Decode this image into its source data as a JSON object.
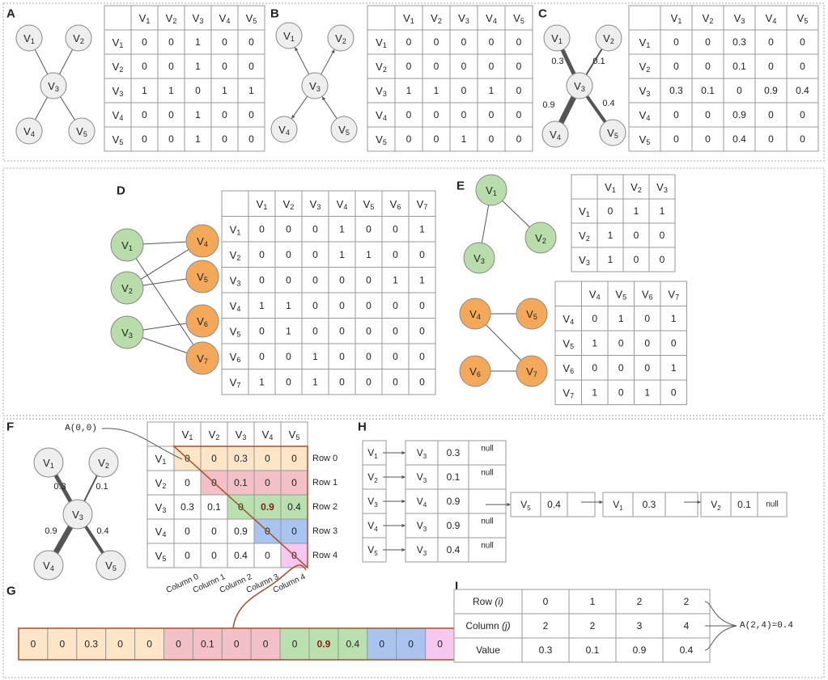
{
  "panels": {
    "A": {
      "label": "A",
      "nodes": [
        "V1",
        "V2",
        "V3",
        "V4",
        "V5"
      ],
      "headers": [
        "V1",
        "V2",
        "V3",
        "V4",
        "V5"
      ],
      "rows": [
        [
          "0",
          "0",
          "1",
          "0",
          "0"
        ],
        [
          "0",
          "0",
          "1",
          "0",
          "0"
        ],
        [
          "1",
          "1",
          "0",
          "1",
          "1"
        ],
        [
          "0",
          "0",
          "1",
          "0",
          "0"
        ],
        [
          "0",
          "0",
          "1",
          "0",
          "0"
        ]
      ]
    },
    "B": {
      "label": "B",
      "nodes": [
        "V1",
        "V2",
        "V3",
        "V4",
        "V5"
      ],
      "headers": [
        "V1",
        "V2",
        "V3",
        "V4",
        "V5"
      ],
      "rows": [
        [
          "0",
          "0",
          "0",
          "0",
          "0"
        ],
        [
          "0",
          "0",
          "0",
          "0",
          "0"
        ],
        [
          "1",
          "1",
          "0",
          "1",
          "0"
        ],
        [
          "0",
          "0",
          "0",
          "0",
          "0"
        ],
        [
          "0",
          "0",
          "1",
          "0",
          "0"
        ]
      ]
    },
    "C": {
      "label": "C",
      "nodes": [
        "V1",
        "V2",
        "V3",
        "V4",
        "V5"
      ],
      "weights": [
        "0.3",
        "0.1",
        "0.9",
        "0.4"
      ],
      "headers": [
        "V1",
        "V2",
        "V3",
        "V4",
        "V5"
      ],
      "rows": [
        [
          "0",
          "0",
          "0.3",
          "0",
          "0"
        ],
        [
          "0",
          "0",
          "0.1",
          "0",
          "0"
        ],
        [
          "0.3",
          "0.1",
          "0",
          "0.9",
          "0.4"
        ],
        [
          "0",
          "0",
          "0.9",
          "0",
          "0"
        ],
        [
          "0",
          "0",
          "0.4",
          "0",
          "0"
        ]
      ]
    },
    "D": {
      "label": "D",
      "nodes": [
        "V1",
        "V2",
        "V3",
        "V4",
        "V5",
        "V6",
        "V7"
      ],
      "headers": [
        "V1",
        "V2",
        "V3",
        "V4",
        "V5",
        "V6",
        "V7"
      ],
      "rows": [
        [
          "0",
          "0",
          "0",
          "1",
          "0",
          "0",
          "1"
        ],
        [
          "0",
          "0",
          "0",
          "1",
          "1",
          "0",
          "0"
        ],
        [
          "0",
          "0",
          "0",
          "0",
          "0",
          "1",
          "1"
        ],
        [
          "1",
          "1",
          "0",
          "0",
          "0",
          "0",
          "0"
        ],
        [
          "0",
          "1",
          "0",
          "0",
          "0",
          "0",
          "0"
        ],
        [
          "0",
          "0",
          "1",
          "0",
          "0",
          "0",
          "0"
        ],
        [
          "1",
          "0",
          "1",
          "0",
          "0",
          "0",
          "0"
        ]
      ]
    },
    "E": {
      "label": "E",
      "nodes": [
        "V1",
        "V2",
        "V3",
        "V4",
        "V5",
        "V6",
        "V7"
      ],
      "table1": {
        "headers": [
          "V1",
          "V2",
          "V3"
        ],
        "rows": [
          [
            "0",
            "1",
            "1"
          ],
          [
            "1",
            "0",
            "0"
          ],
          [
            "1",
            "0",
            "0"
          ]
        ]
      },
      "table2": {
        "headers": [
          "V4",
          "V5",
          "V6",
          "V7"
        ],
        "rows": [
          [
            "0",
            "1",
            "0",
            "1"
          ],
          [
            "1",
            "0",
            "0",
            "0"
          ],
          [
            "0",
            "0",
            "0",
            "1"
          ],
          [
            "1",
            "0",
            "1",
            "0"
          ]
        ]
      }
    },
    "F": {
      "label": "F",
      "callout": "A(0,0)",
      "nodes": [
        "V1",
        "V2",
        "V3",
        "V4",
        "V5"
      ],
      "weights": [
        "0.3",
        "0.1",
        "0.9",
        "0.4"
      ],
      "headers": [
        "V1",
        "V2",
        "V3",
        "V4",
        "V5"
      ],
      "rows": [
        [
          "0",
          "0",
          "0.3",
          "0",
          "0"
        ],
        [
          "0",
          "0",
          "0.1",
          "0",
          "0"
        ],
        [
          "0.3",
          "0.1",
          "0",
          "0.9",
          "0.4"
        ],
        [
          "0",
          "0",
          "0.9",
          "0",
          "0"
        ],
        [
          "0",
          "0",
          "0.4",
          "0",
          "0"
        ]
      ],
      "row_labels": [
        "Row 0",
        "Row 1",
        "Row 2",
        "Row 3",
        "Row 4"
      ],
      "column_labels": [
        "Column 0",
        "Column 1",
        "Column 2",
        "Column 3",
        "Column 4"
      ]
    },
    "G": {
      "label": "G",
      "array": [
        "0",
        "0",
        "0.3",
        "0",
        "0",
        "0",
        "0.1",
        "0",
        "0",
        "0",
        "0.9",
        "0.4",
        "0",
        "0",
        "0"
      ]
    },
    "H": {
      "label": "H",
      "nodes": [
        "V1",
        "V2",
        "V3",
        "V4",
        "V5"
      ],
      "lists": [
        [
          "V3",
          "0.3",
          "null"
        ],
        [
          "V3",
          "0.1",
          "null"
        ],
        [
          "V4",
          "0.9",
          ""
        ],
        [
          "V3",
          "0.9",
          "null"
        ],
        [
          "V3",
          "0.4",
          "null"
        ]
      ],
      "chain": [
        [
          "V5",
          "0.4",
          ""
        ],
        [
          "V1",
          "0.3",
          ""
        ],
        [
          "V2",
          "0.1",
          "null"
        ]
      ]
    },
    "I": {
      "label": "I",
      "row_headers": [
        "Row (i)",
        "Column (j)",
        "Value"
      ],
      "rows": [
        [
          "0",
          "1",
          "2",
          "2"
        ],
        [
          "2",
          "2",
          "3",
          "4"
        ],
        [
          "0.3",
          "0.1",
          "0.9",
          "0.4"
        ]
      ],
      "annotation": "A(2,4)=0.4"
    }
  }
}
